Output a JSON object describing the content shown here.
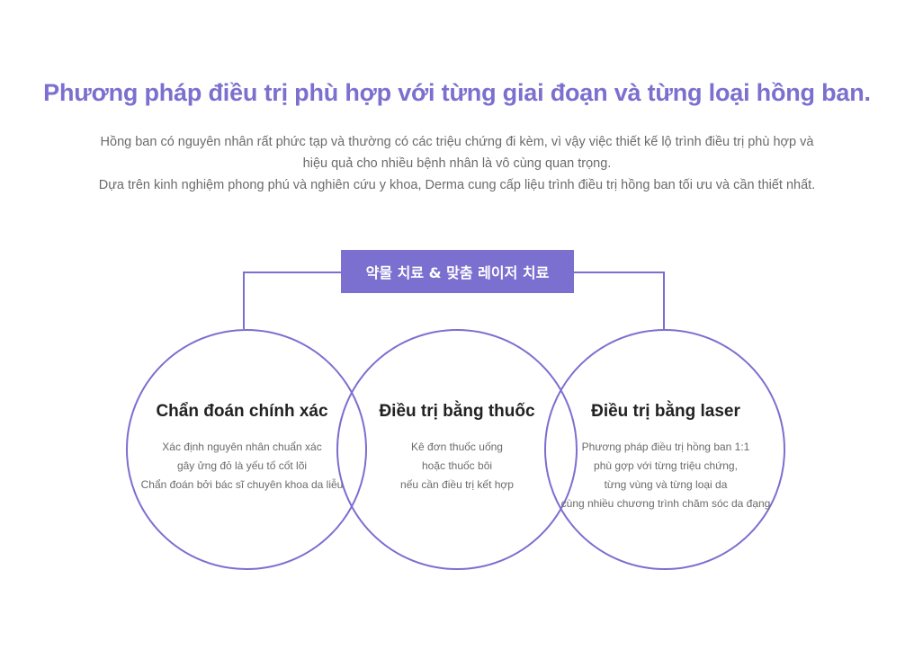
{
  "header": {
    "title": "Phương pháp điều trị phù hợp với từng giai đoạn và từng loại hồng ban.",
    "description": [
      "Hồng ban có nguyên nhân rất phức tạp và thường có các triệu chứng đi kèm, vì vậy việc thiết kế lộ trình điều trị phù hợp và",
      "hiệu quả cho nhiều bệnh nhân là vô cùng quan trọng.",
      "Dựa trên kinh nghiệm phong phú và nghiên cứu y khoa, Derma cung cấp liệu trình điều trị hồng ban tối ưu và cần thiết nhất."
    ]
  },
  "badge": {
    "label": "약물 치료 & 맞춤 레이저 치료"
  },
  "circles": [
    {
      "title": "Chẩn đoán chính xác",
      "lines": [
        "Xác định nguyên nhân chuẩn xác",
        "gây ửng đỏ là yếu tố cốt lõi",
        "Chẩn đoán bởi bác sĩ chuyên khoa da liễu"
      ]
    },
    {
      "title": "Điều trị bằng thuốc",
      "lines": [
        "Kê đơn thuốc uống",
        "hoặc thuốc bôi",
        "nếu cần điều trị kết hợp"
      ]
    },
    {
      "title": "Điều trị bằng laser",
      "lines": [
        "Phương pháp điều trị hồng ban 1:1",
        "phù gợp với từng triệu chứng,",
        "từng vùng và từng loại da",
        "cùng nhiều chương trình chăm sóc da đạng"
      ]
    }
  ],
  "colors": {
    "accent": "#7b6fcf",
    "text_dark": "#222222",
    "text_muted": "#6b6b6b"
  }
}
